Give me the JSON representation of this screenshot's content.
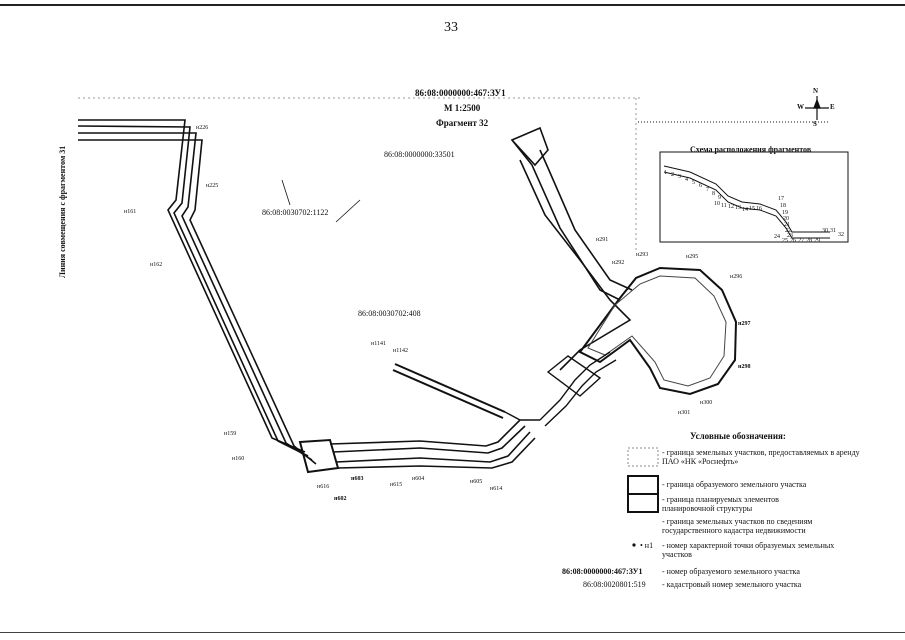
{
  "page_number": "33",
  "side_label": "Линия совмещения с фрагментом 31",
  "header": {
    "parcel": "86:08:0000000:467:ЗУ1",
    "scale": "М 1:2500",
    "fragment": "Фрагмент 32"
  },
  "compass": {
    "n": "N",
    "s": "S",
    "e": "E",
    "w": "W"
  },
  "cadastral_labels": [
    "86:08:0000000:33501",
    "86:08:0030702:1122",
    "86:08:0030702:408"
  ],
  "point_labels": [
    "н226",
    "н225",
    "н161",
    "н162",
    "н159",
    "н160",
    "н297",
    "н298",
    "н1141",
    "н1142",
    "н603",
    "н602",
    "н605",
    "н604",
    "н614",
    "н616",
    "н615",
    "н291",
    "н292",
    "н293",
    "н295",
    "н296",
    "н300",
    "н301"
  ],
  "inset": {
    "title": "Схема расположения фрагментов",
    "numbers": [
      "1",
      "2",
      "3",
      "4",
      "5",
      "6",
      "7",
      "8",
      "9",
      "10",
      "11",
      "12",
      "13",
      "14",
      "15",
      "16",
      "17",
      "18",
      "19",
      "20",
      "21",
      "22",
      "23",
      "24",
      "25",
      "26",
      "27",
      "28",
      "29",
      "30",
      "31",
      "32"
    ]
  },
  "legend": {
    "title": "Условные обозначения:",
    "items": [
      {
        "text": "- граница земельных участков, предоставляемых в аренду ПАО «НК «Роснефть»"
      },
      {
        "text": "- граница образуемого земельного участка"
      },
      {
        "text": "- граница планируемых элементов планировочной структуры"
      },
      {
        "text": "- граница земельных участков по сведениям государственного кадастра недвижимости"
      },
      {
        "symbol": "• н1",
        "text": "- номер характерной точки образуемых земельных участков"
      },
      {
        "symbol": "86:08:0000000:467:ЗУ1",
        "text": "- номер образуемого земельного участка"
      },
      {
        "symbol": "86:08:0020801:519",
        "text": "- кадастровый номер земельного участка"
      }
    ]
  }
}
